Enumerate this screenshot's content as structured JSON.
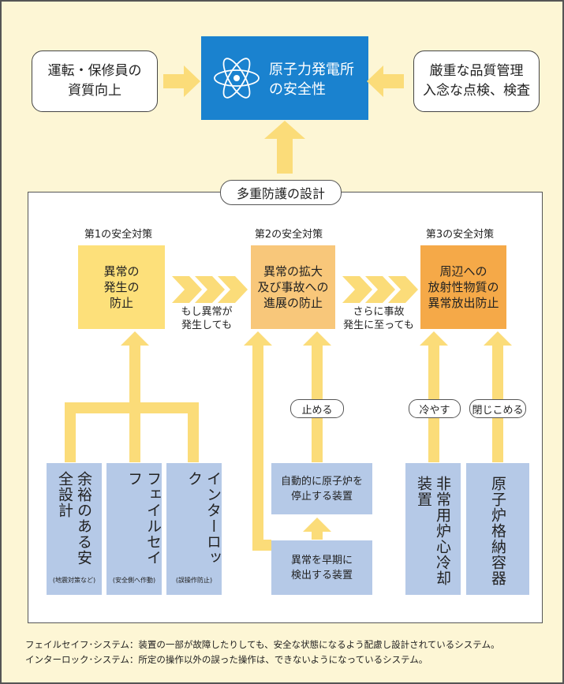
{
  "center": {
    "text": "原子力発電所\nの安全性"
  },
  "left_box": {
    "text": "運転・保修員の\n資質向上"
  },
  "right_box": {
    "text": "厳重な品質管理\n入念な点検、検査"
  },
  "panel_title": "多重防護の設計",
  "measures": [
    {
      "title": "第1の安全対策",
      "box": "異常の\n発生の\n防止"
    },
    {
      "title": "第2の安全対策",
      "box": "異常の拡大\n及び事故への\n進展の防止"
    },
    {
      "title": "第3の安全対策",
      "box": "周辺への\n放射性物質の\n異常放出防止"
    }
  ],
  "conditions": [
    "もし異常が\n発生しても",
    "さらに事故\n発生に至っても"
  ],
  "actions": [
    "止める",
    "冷やす",
    "閉じこめる"
  ],
  "first_measures": [
    {
      "label": "余裕のある安全設計",
      "note": "(地震対策など)"
    },
    {
      "label": "フェイルセイフ",
      "note": "(安全側へ作動)"
    },
    {
      "label": "インターロック",
      "note": "(誤操作防止)"
    }
  ],
  "second_measures": [
    "自動的に原子炉を\n停止する装置",
    "異常を早期に\n検出する装置"
  ],
  "third_measures": [
    "非常用炉心冷却装置",
    "原子炉格納容器"
  ],
  "footnotes": [
    "フェイルセイフ･システム：装置の一部が故障したりしても、安全な状態になるよう配慮し設計されているシステム。",
    "インターロック･システム：所定の操作以外の誤った操作は、できないようになっているシステム。"
  ],
  "colors": {
    "background": "#fdf6d5",
    "center": "#1a82cf",
    "measure1": "#fde07a",
    "measure2": "#f8c77a",
    "measure3": "#f5a948",
    "arrow_light": "#fbdc79",
    "device_blue": "#b5c9e7"
  },
  "icons": [
    "atom-icon"
  ]
}
